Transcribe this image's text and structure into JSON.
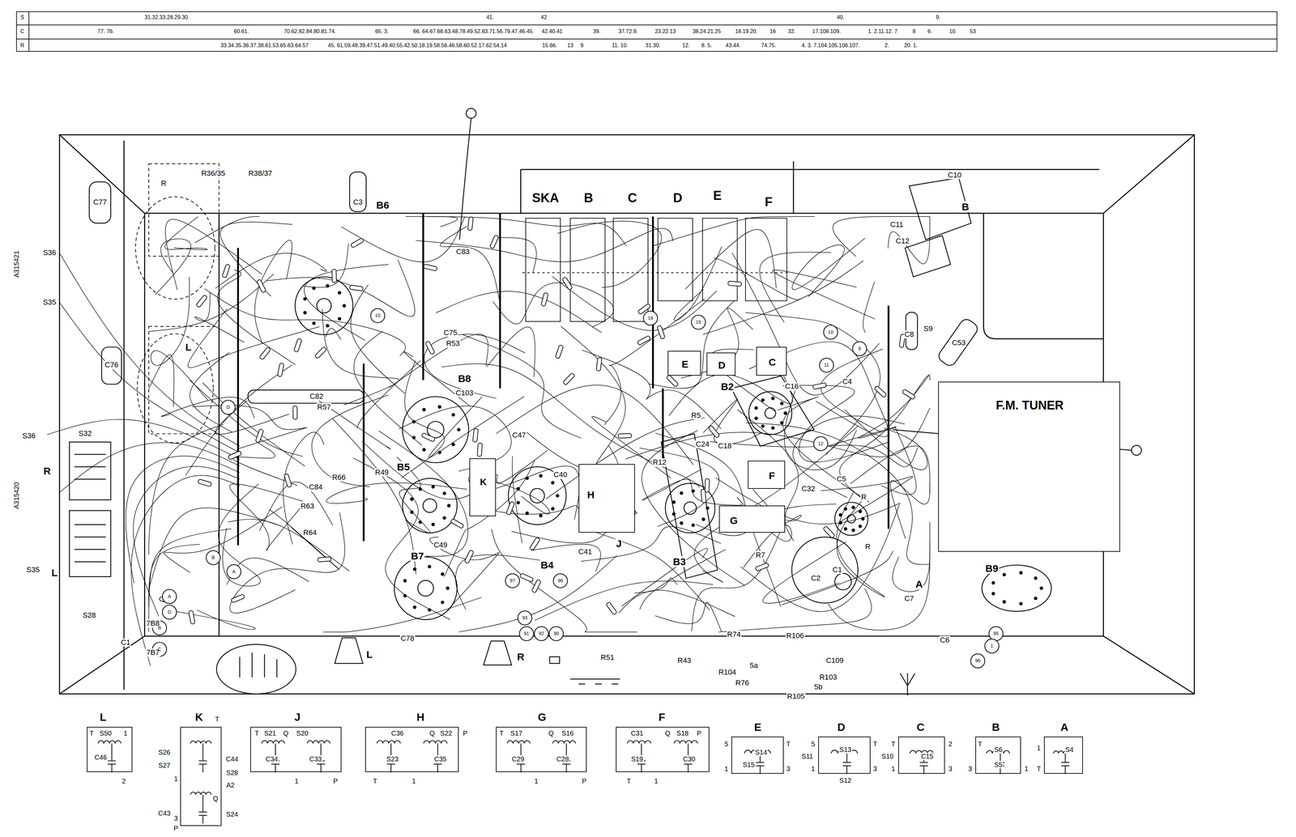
{
  "diagram": {
    "nodes": [
      {
        "text": [
          "E"
        ]
      },
      {
        "text": [
          "D"
        ]
      },
      {
        "text": [
          "C"
        ]
      },
      {
        "text": [
          "F.M. TUNER"
        ]
      },
      {
        "text": [
          "K"
        ]
      },
      {
        "text": [
          "F"
        ]
      },
      {
        "text": [
          "H",
          "J"
        ]
      },
      {
        "text": [
          "G"
        ]
      },
      {
        "text": [
          "L",
          "T",
          "S50",
          "1",
          "C46",
          "2"
        ]
      },
      {
        "text": [
          "K",
          "T",
          "S26",
          "S27",
          "C44",
          "S28",
          "A2",
          "1",
          "Q",
          "3",
          "C43",
          "S24",
          "P"
        ]
      },
      {
        "text": [
          "J",
          "T",
          "S21",
          "Q",
          "S20",
          "C34",
          "C33",
          "1",
          "P"
        ]
      },
      {
        "text": [
          "H",
          "C36",
          "Q",
          "S22",
          "P",
          "S23",
          "C35",
          "T",
          "1"
        ]
      },
      {
        "text": [
          "G",
          "T",
          "S17",
          "Q",
          "S16",
          "C29",
          "C28",
          "1",
          "P"
        ]
      },
      {
        "text": [
          "F",
          "C31",
          "Q",
          "S18",
          "P",
          "S19",
          "C30",
          "T",
          "1"
        ]
      },
      {
        "text": [
          "E",
          "5",
          "T",
          "S14",
          "S15",
          "1",
          "3"
        ]
      },
      {
        "text": [
          "D",
          "5",
          "T",
          "S13",
          "S11",
          "1",
          "3",
          "S12"
        ]
      },
      {
        "text": [
          "C",
          "T",
          "2",
          "S10",
          "C15",
          "1",
          "3"
        ]
      },
      {
        "text": [
          "B",
          "T",
          "S6",
          "3",
          "S5",
          "1"
        ]
      },
      {
        "text": [
          "A",
          "1",
          "S4",
          "T"
        ]
      }
    ],
    "labels": [
      "S",
      "C",
      "R",
      "31.32.33.28.29.30.",
      "41.",
      "42",
      "40.",
      "9.",
      "77. 76.",
      "60.61.",
      "70.62.82.84.80.81.74.",
      "65. 3.",
      "66. 64.67.68.63.48.78.49.52.83.71.56.79.47.46.45.",
      "42.40.41",
      "39.",
      "37.72.9.",
      "23.22.13",
      "38.24.21.25",
      "18.19.20.",
      "16",
      "32.",
      "17.108.109.",
      "1. 2.11.12. 7",
      "8",
      "6.",
      "10.",
      "53",
      "33.34.35.36.37.38.61.53.65.63.64.57",
      "45. 61.59.48.39.47.51.49.40.55.42.50.18.19.58.56.46.58.60.52.17.62.54.14",
      "15.66.",
      "13",
      "9",
      "11. 10.",
      "31.30.",
      "12.",
      "8. 5.",
      "43.44.",
      "74.75.",
      "4. 3. 7.104.105.106.107.",
      "2.",
      "20. 1.",
      "A315421",
      "A315420",
      "R36/35",
      "R38/37",
      "C77",
      "R",
      "S36",
      "S35",
      "C76",
      "L",
      "C3",
      "B6",
      "SKA",
      "B",
      "C",
      "D",
      "E",
      "F",
      "C10",
      "B",
      "C11",
      "C12",
      "S9",
      "C53",
      "C8",
      "C83",
      "C75",
      "R53",
      "C82",
      "R57",
      "B8",
      "C103",
      "C47",
      "B5",
      "R66",
      "R49",
      "C84",
      "R63",
      "R64",
      "C49",
      "B7",
      "B4",
      "C40",
      "C41",
      "R12",
      "B3",
      "B2",
      "C16",
      "R5",
      "C24",
      "C18",
      "C32",
      "C5",
      "C4",
      "R7",
      "R",
      "R",
      "C2",
      "C1",
      "B9",
      "A",
      "C7",
      "C6",
      "S32",
      "S36",
      "R",
      "S35",
      "L",
      "S28",
      "C1",
      "7B8",
      "7B7",
      "A",
      "D",
      "B",
      "C",
      "D",
      "B",
      "A",
      "L",
      "R",
      "C78",
      "R74",
      "R106",
      "R51",
      "R43",
      "5a",
      "R104",
      "R76",
      "5b",
      "R105",
      "R103",
      "C109",
      "93",
      "91",
      "92",
      "90",
      "97",
      "98",
      "95",
      "96",
      "10",
      "16",
      "15",
      "11",
      "10",
      "12",
      "9",
      "1"
    ]
  }
}
